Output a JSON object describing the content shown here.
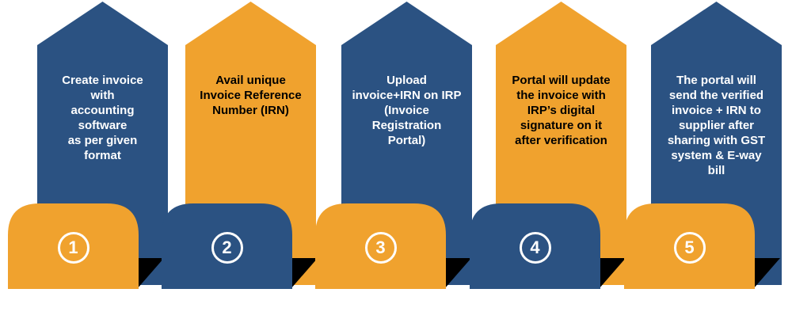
{
  "colors": {
    "navy": "#2b5282",
    "orange": "#f0a22e",
    "shadow": "#000000",
    "text_on_navy": "#ffffff",
    "text_on_orange": "#000000"
  },
  "steps": [
    {
      "number": "1",
      "text": "Create invoice\nwith\naccounting\nsoftware\nas per given\nformat",
      "arrow_color": "navy",
      "tab_color": "orange"
    },
    {
      "number": "2",
      "text": "Avail unique\nInvoice Reference\nNumber (IRN)",
      "arrow_color": "orange",
      "tab_color": "navy"
    },
    {
      "number": "3",
      "text": "Upload\ninvoice+IRN on IRP\n(Invoice\nRegistration\nPortal)",
      "arrow_color": "navy",
      "tab_color": "orange"
    },
    {
      "number": "4",
      "text": "Portal will update\nthe invoice with\nIRP’s digital\nsignature on it\nafter verification",
      "arrow_color": "orange",
      "tab_color": "navy"
    },
    {
      "number": "5",
      "text": "The portal will\nsend the verified\ninvoice + IRN to\nsupplier  after\nsharing with GST\nsystem & E-way\nbill",
      "arrow_color": "navy",
      "tab_color": "orange"
    }
  ]
}
